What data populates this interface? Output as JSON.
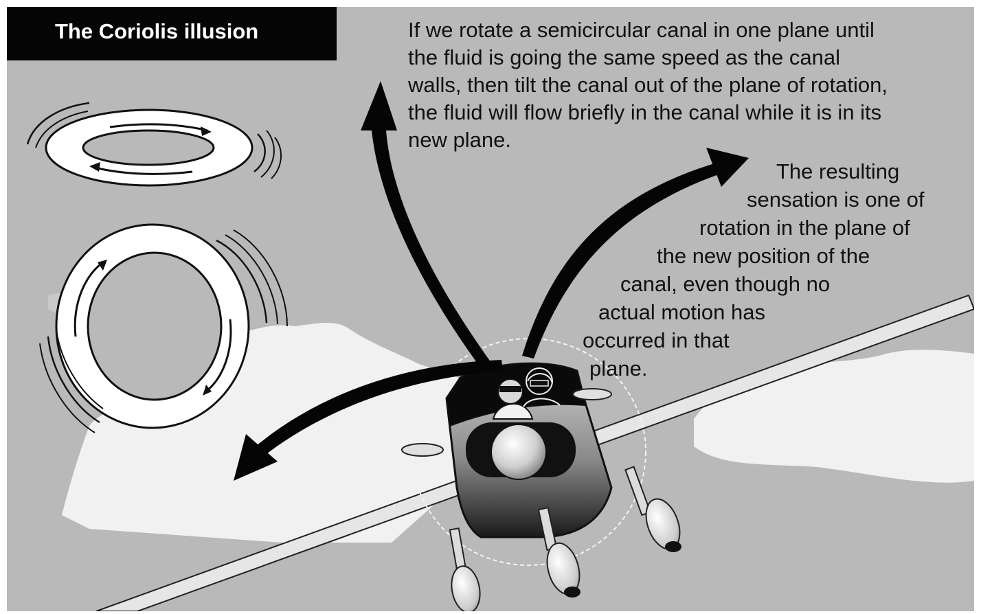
{
  "title": "The Coriolis illusion",
  "caption_top": [
    "If we rotate a semicircular canal in one plane until",
    "the fluid is going the same speed as the canal",
    "walls, then tilt the canal out of the plane of rotation,",
    "the fluid will flow briefly in the canal while it is in its",
    "new plane."
  ],
  "caption_right": [
    "The resulting",
    "sensation is one of",
    "rotation in the plane of",
    "the new position of the",
    "canal, even though no",
    "actual motion has",
    "occurred in that",
    "plane."
  ],
  "colors": {
    "background": "#b9b9b9",
    "title_bar": "#050505",
    "title_text": "#ffffff",
    "arrows": "#050505",
    "clouds": "#f1f1f1"
  },
  "icons": [
    "horizontal-canal-ring-icon",
    "vertical-canal-ring-icon",
    "airplane-icon",
    "pilot-icon",
    "curved-arrow-icon"
  ]
}
